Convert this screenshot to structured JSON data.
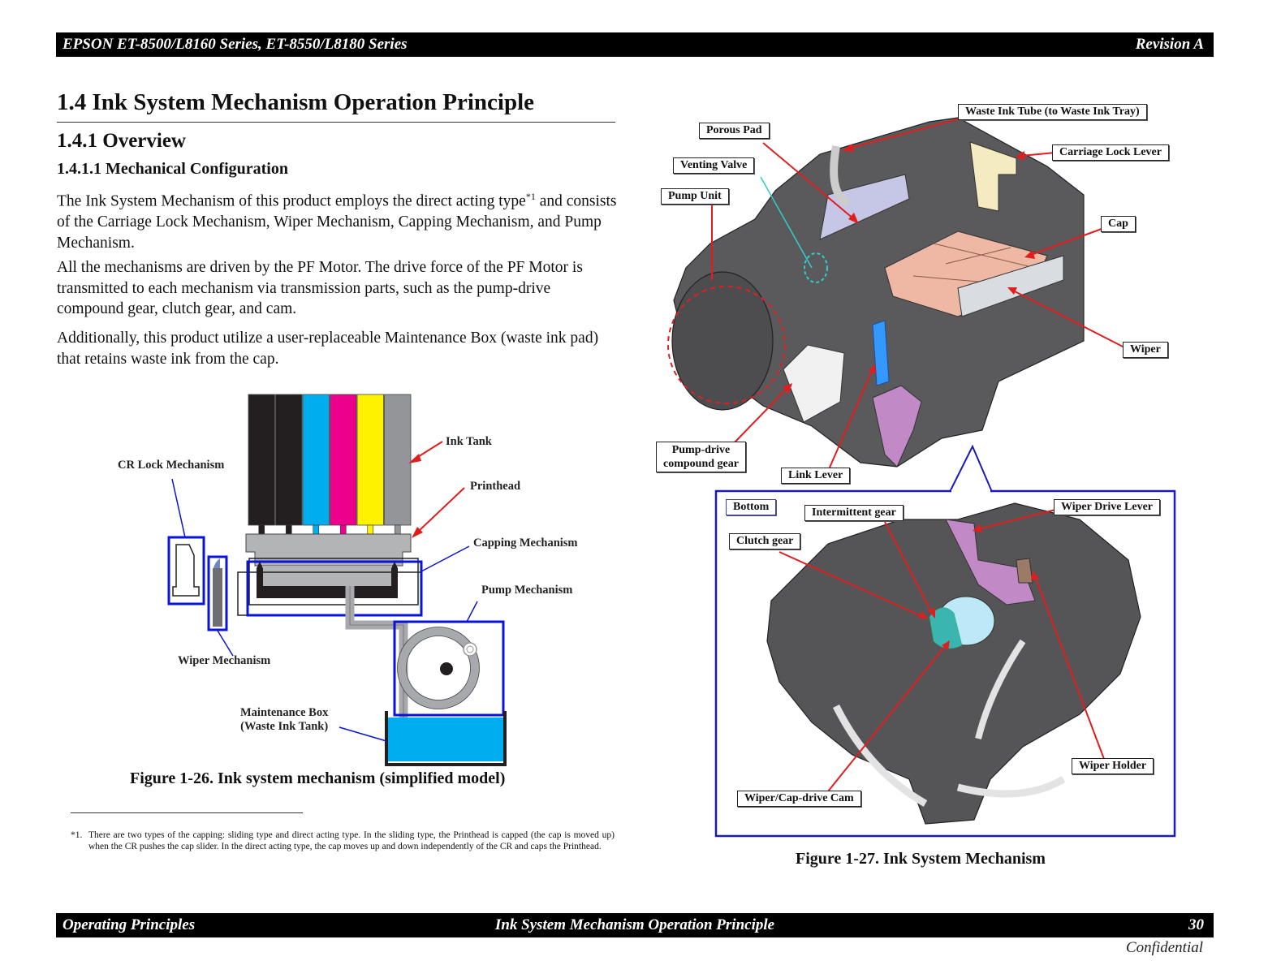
{
  "header": {
    "title": "EPSON ET-8500/L8160 Series, ET-8550/L8180 Series",
    "revision": "Revision A"
  },
  "section": {
    "h1": "1.4  Ink System Mechanism Operation Principle",
    "h2": "1.4.1  Overview",
    "h3": "1.4.1.1  Mechanical Configuration",
    "paragraphs": [
      "The Ink System Mechanism of this product employs the direct acting type",
      "All the mechanisms are driven by the PF Motor. The drive force of the PF Motor is transmitted to each mechanism via transmission parts, such as the pump-drive compound gear, clutch gear, and cam.",
      "Additionally, this product utilize a user-replaceable Maintenance Box (waste ink pad) that retains waste ink from the cap."
    ],
    "p1_footnote_ref": "*1",
    "p1_rest": " and consists of the Carriage Lock Mechanism, Wiper Mechanism, Capping Mechanism, and Pump Mechanism."
  },
  "figure26": {
    "caption": "Figure 1-26.  Ink system mechanism (simplified model)",
    "labels": {
      "ink_tank": "Ink Tank",
      "printhead": "Printhead",
      "cr_lock": "CR Lock Mechanism",
      "capping": "Capping Mechanism",
      "pump": "Pump Mechanism",
      "wiper": "Wiper Mechanism",
      "maint_line1": "Maintenance Box",
      "maint_line2": "(Waste Ink Tank)"
    },
    "ink_colors": [
      "#231f20",
      "#231f20",
      "#00aeef",
      "#ec008c",
      "#fff200",
      "#939598"
    ]
  },
  "figure27": {
    "caption": "Figure 1-27.  Ink System Mechanism",
    "callouts": {
      "waste_tube": "Waste Ink Tube (to Waste Ink Tray)",
      "porous_pad": "Porous Pad",
      "carriage_lock": "Carriage Lock Lever",
      "venting_valve": "Venting Valve",
      "pump_unit": "Pump Unit",
      "cap": "Cap",
      "wiper": "Wiper",
      "pump_gear_line1": "Pump-drive",
      "pump_gear_line2": "compound gear",
      "link_lever": "Link Lever",
      "bottom": "Bottom",
      "intermittent_gear": "Intermittent gear",
      "wiper_drive_lever": "Wiper Drive Lever",
      "clutch_gear": "Clutch gear",
      "wiper_holder": "Wiper Holder",
      "cam": "Wiper/Cap-drive Cam"
    }
  },
  "footnote": {
    "mark": "*1.",
    "text": "There are two types of the capping: sliding type and direct acting type. In the sliding type, the Printhead is capped (the cap is moved up) when the CR pushes the cap slider. In the direct acting type, the cap moves up and down independently of the CR and caps the Printhead."
  },
  "footer": {
    "left": "Operating Principles",
    "center": "Ink System Mechanism Operation Principle",
    "page": "30",
    "confidential": "Confidential"
  }
}
